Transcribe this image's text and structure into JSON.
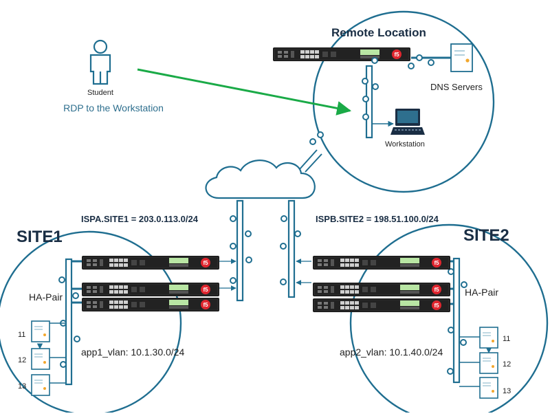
{
  "remote": {
    "title": "Remote Location",
    "dns_label": "DNS Servers",
    "workstation_label": "Workstation"
  },
  "student": {
    "name": "Student",
    "action": "RDP to the Workstation"
  },
  "isp": {
    "site1": "ISPA.SITE1 = 203.0.113.0/24",
    "site2": "ISPB.SITE2 = 198.51.100.0/24"
  },
  "site1": {
    "title": "SITE1",
    "ha_label": "HA-Pair",
    "vlan_label": "app1_vlan: 10.1.30.0/24",
    "servers": [
      "11",
      "12",
      "13"
    ]
  },
  "site2": {
    "title": "SITE2",
    "ha_label": "HA-Pair",
    "vlan_label": "app2_vlan: 10.1.40.0/24",
    "servers": [
      "11",
      "12",
      "13"
    ]
  },
  "colors": {
    "line": "#1f6e90",
    "arrow": "#1aaa47",
    "device": "#1a1a1a",
    "f5_red": "#e0262f",
    "server_dot": "#f2a72d"
  },
  "icons": {
    "student": "person-icon",
    "workstation": "monitor-icon",
    "dns": "server-icon",
    "cloud": "cloud-icon",
    "appliance": "f5-appliance-icon"
  }
}
